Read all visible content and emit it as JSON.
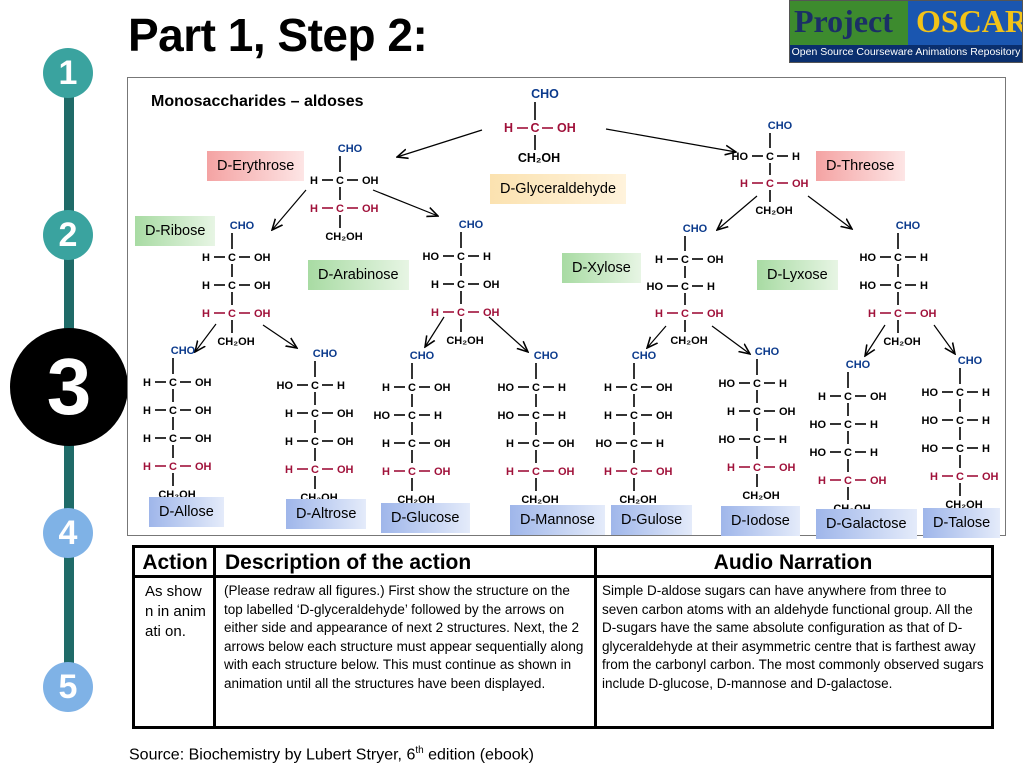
{
  "title": "Part 1, Step 2:",
  "logo": {
    "word1": "Project",
    "word2": "OSCAR",
    "tagline": "Open Source Courseware Animations Repository"
  },
  "steps": [
    "1",
    "2",
    "3",
    "4",
    "5"
  ],
  "current_step": "3",
  "diagram": {
    "heading": "Monosaccharides – aldoses",
    "labels": {
      "glyceraldehyde": "D-Glyceraldehyde",
      "erythrose": "D-Erythrose",
      "threose": "D-Threose",
      "ribose": "D-Ribose",
      "arabinose": "D-Arabinose",
      "xylose": "D-Xylose",
      "lyxose": "D-Lyxose",
      "allose": "D-Allose",
      "altrose": "D-Altrose",
      "glucose": "D-Glucose",
      "mannose": "D-Mannose",
      "gulose": "D-Gulose",
      "idose": "D-Iodose",
      "galactose": "D-Galactose",
      "talose": "D-Talose"
    },
    "atoms": {
      "cho": "CHO",
      "ch2oh": "CH₂OH",
      "c": "C",
      "h": "H",
      "oh": "OH",
      "ho": "HO"
    },
    "colors": {
      "structure": "#000000",
      "aldehyde": "#0b3a8c",
      "chiral_center": "#a0113a",
      "arrow": "#000000"
    }
  },
  "table": {
    "headers": {
      "action": "Action",
      "description": "Description of the action",
      "audio": "Audio Narration"
    },
    "action_text": "As shown in animati on.",
    "description_text": "(Please redraw all figures.) First show the structure on the top labelled ‘D-glyceraldehyde’ followed by the arrows on either side and appearance of next 2 structures. Next, the 2 arrows below each structure must appear sequentially along with each structure below. This must continue as shown in animation until all the structures have been displayed.",
    "audio_text": "Simple D-aldose sugars can have anywhere from three to seven carbon atoms with an aldehyde functional group. All the D-sugars have the same absolute configuration as that of D-glyceraldehyde at their asymmetric centre that is farthest away from the carbonyl carbon. The most commonly observed sugars include D-glucose, D-mannose and D-galactose."
  },
  "source": {
    "prefix": "Source: Biochemistry by Lubert Stryer, 6",
    "sup": "th",
    "suffix": " edition (ebook)"
  }
}
